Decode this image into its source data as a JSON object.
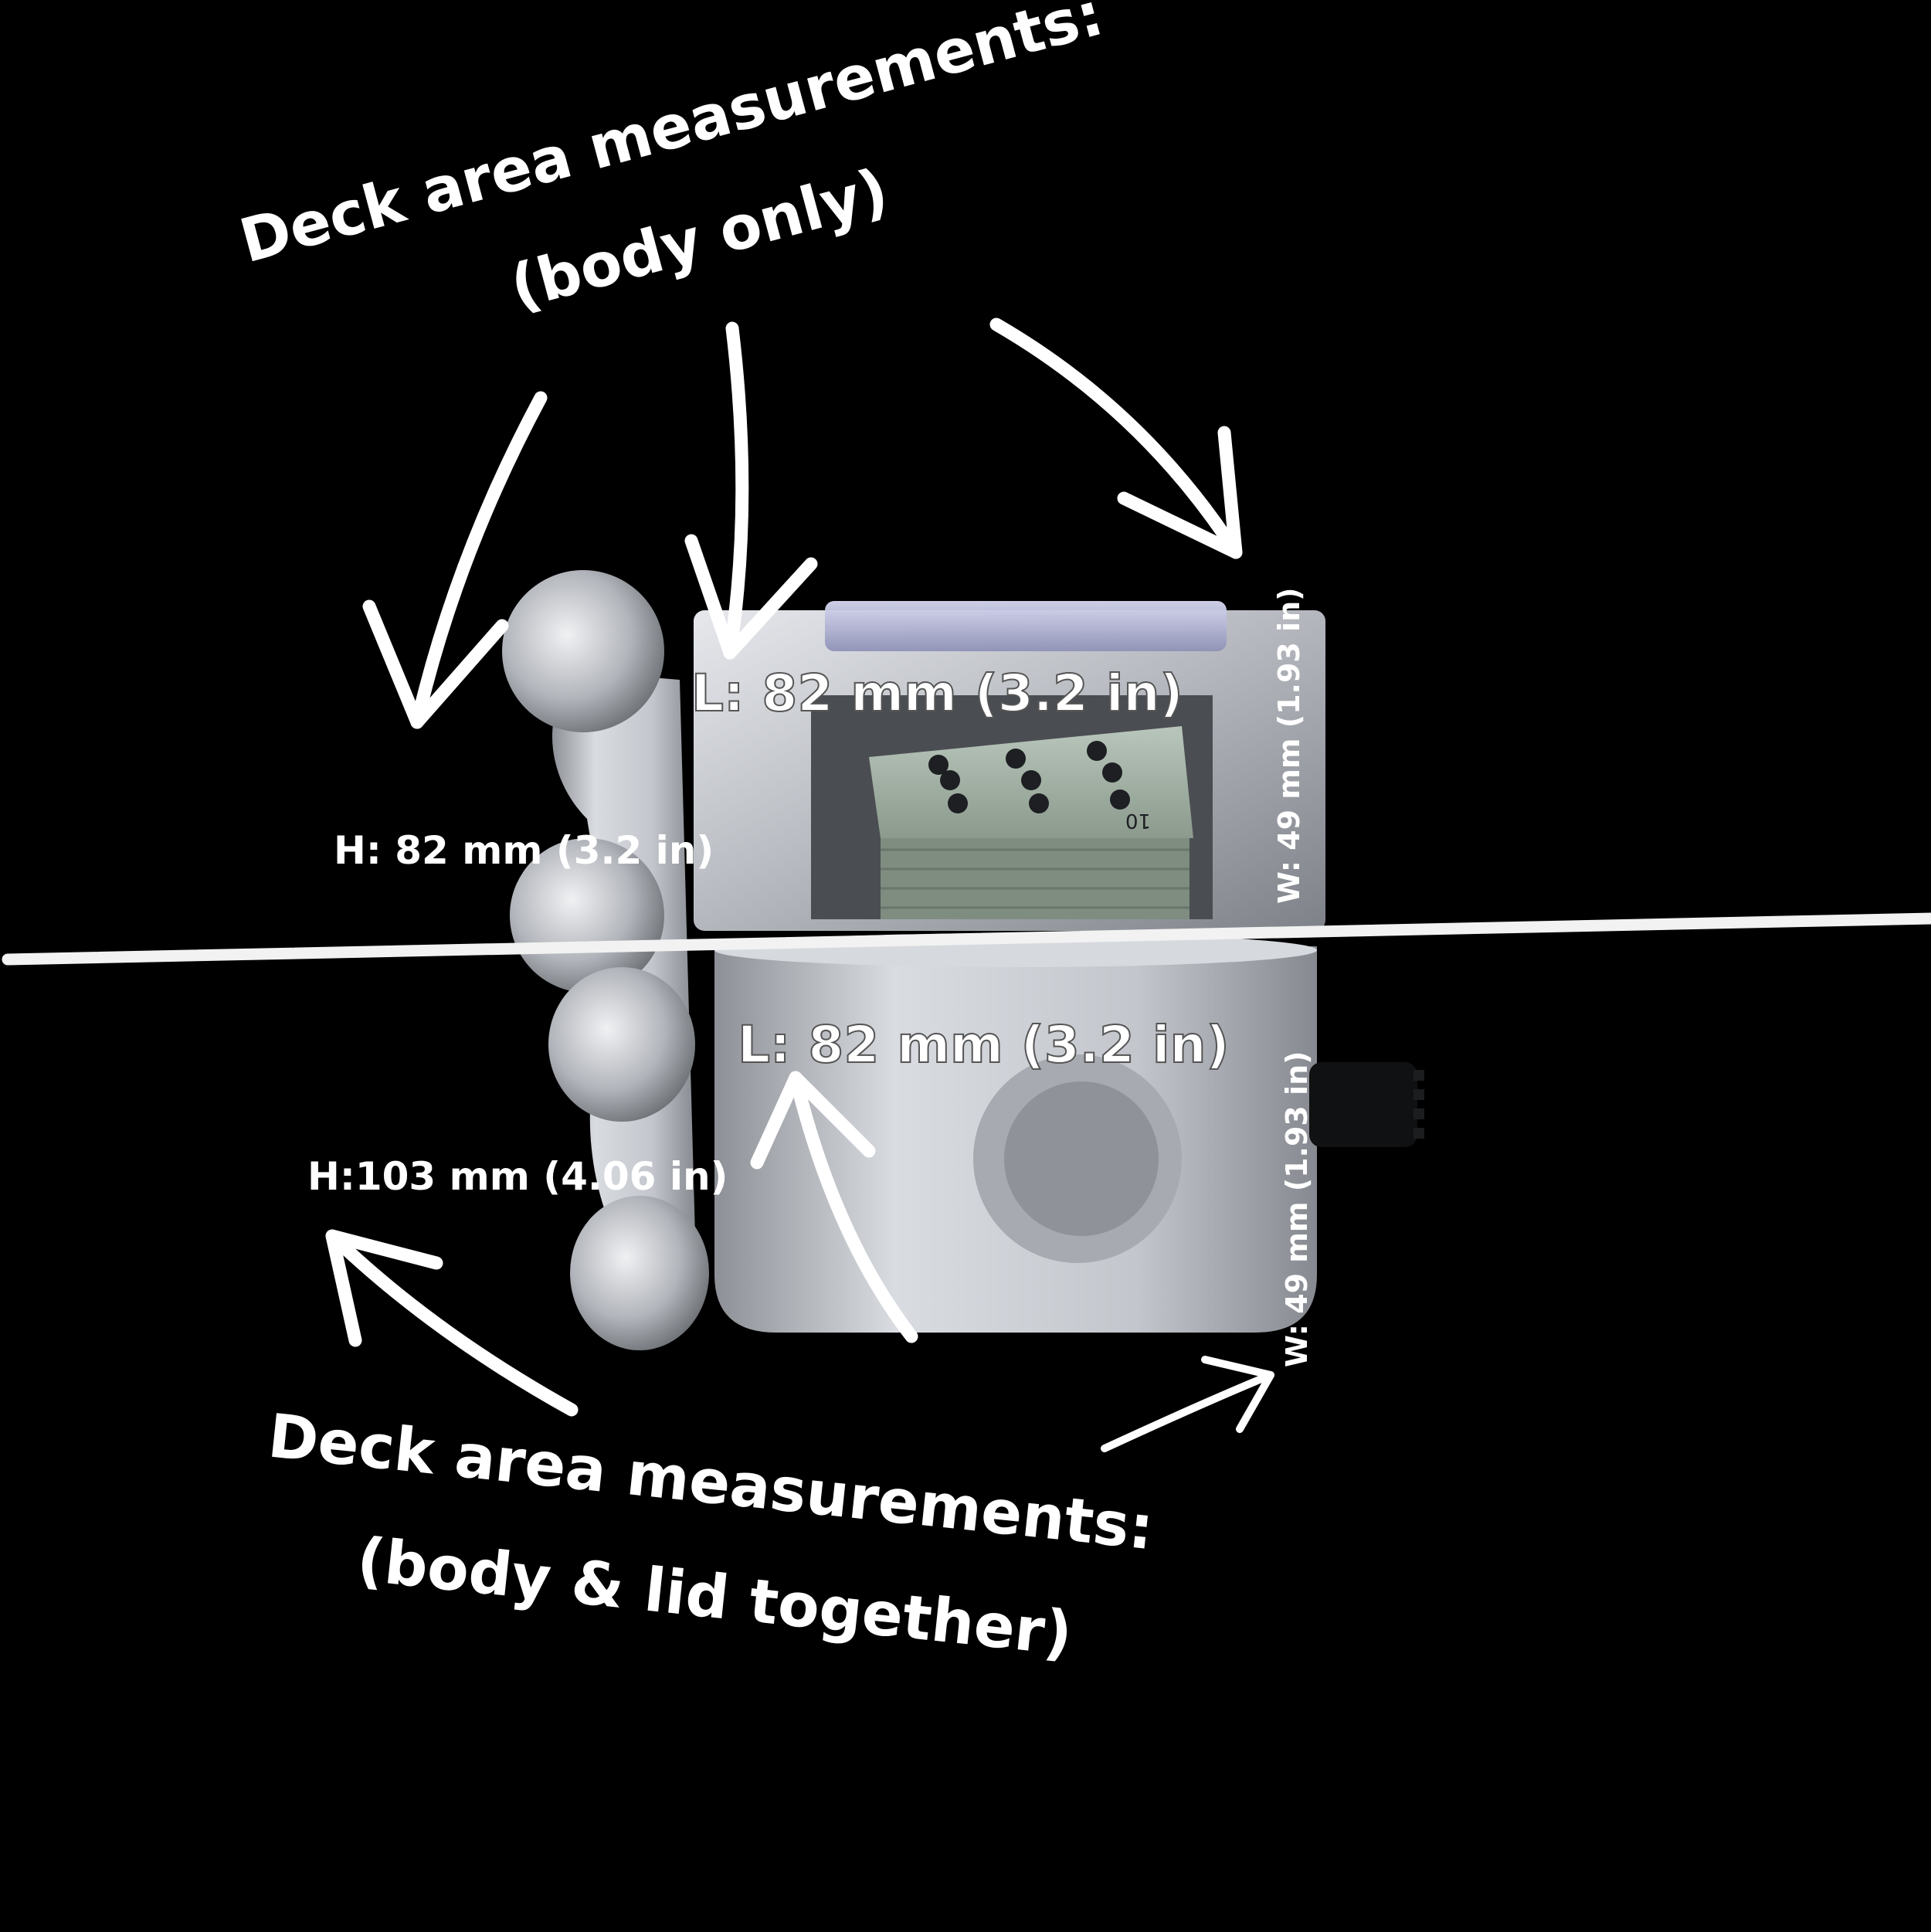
{
  "headings": {
    "top_line1": "Deck area measurements:",
    "top_line2": "(body only)",
    "bottom_line1": "Deck area measurements:",
    "bottom_line2": "(body & lid together)"
  },
  "body_only": {
    "length": "L: 82 mm (3.2 in)",
    "height": "H: 82 mm (3.2 in)",
    "width": "W: 49 mm (1.93 in)"
  },
  "body_and_lid": {
    "length": "L: 82 mm (3.2 in)",
    "height": "H:103 mm (4.06 in)",
    "width": "W: 49 mm (1.93 in)"
  },
  "card": {
    "rank": "10"
  },
  "colors": {
    "background": "#000000",
    "annotation": "#ffffff",
    "plastic": "#c9cbd0",
    "lid": "#b6b8d6",
    "cards": "#9aa79a"
  }
}
